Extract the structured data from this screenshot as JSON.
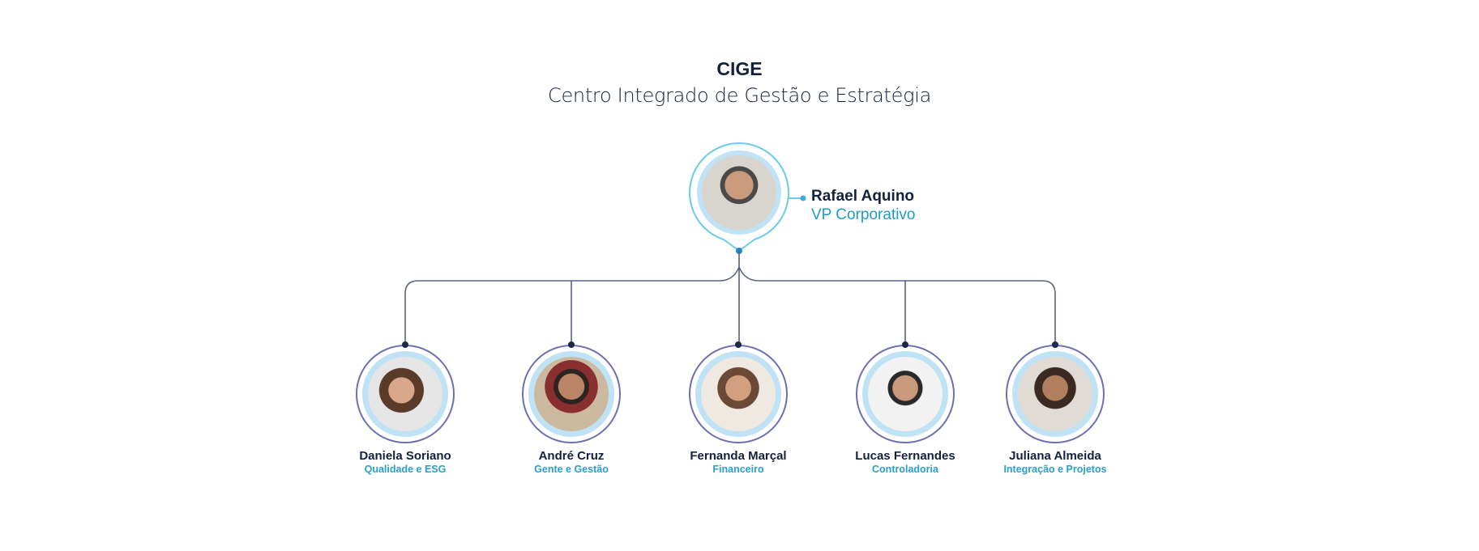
{
  "header": {
    "title": "CIGE",
    "subtitle": "Centro Integrado de Gestão e Estratégia"
  },
  "leader": {
    "name": "Rafael Aquino",
    "role": "VP Corporativo",
    "photo": "person-photo"
  },
  "members": [
    {
      "name": "Daniela Soriano",
      "role": "Qualidade e ESG"
    },
    {
      "name": "André Cruz",
      "role": "Gente e Gestão"
    },
    {
      "name": "Fernanda Marçal",
      "role": "Financeiro"
    },
    {
      "name": "Lucas Fernandes",
      "role": "Controladoria"
    },
    {
      "name": "Juliana Almeida",
      "role": "Integração e Projetos"
    }
  ],
  "colors": {
    "navy": "#14213d",
    "accent": "#1f9bc7",
    "ring_light": "#bfe3f5",
    "ring_outer_leader": "#6ccbeb",
    "ring_outer_member": "#6f6fb0",
    "line": "#5a6478"
  }
}
